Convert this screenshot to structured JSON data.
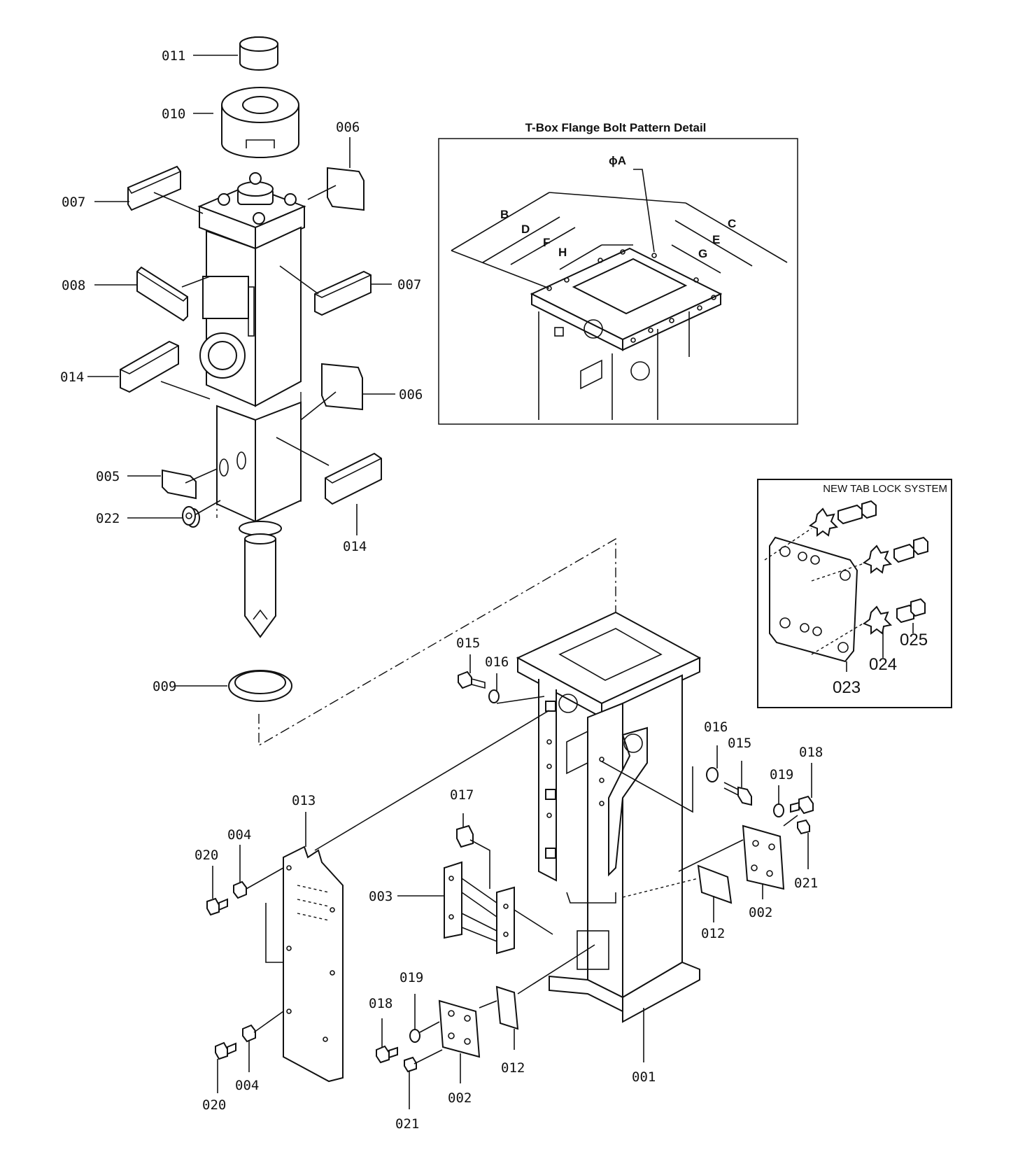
{
  "detail_box": {
    "title": "T-Box Flange Bolt Pattern Detail"
  },
  "dimensions": {
    "phiA": "ϕA",
    "B": "B",
    "C": "C",
    "D": "D",
    "E": "E",
    "F": "F",
    "G": "G",
    "H": "H"
  },
  "tab_lock": {
    "title": "NEW TAB LOCK SYSTEM",
    "labels": [
      "023",
      "024",
      "025"
    ]
  },
  "callouts": {
    "p011": "011",
    "p010": "010",
    "p006a": "006",
    "p007a": "007",
    "p008": "008",
    "p007b": "007",
    "p014a": "014",
    "p006b": "006",
    "p005": "005",
    "p022": "022",
    "p014b": "014",
    "p009": "009",
    "p015a": "015",
    "p016a": "016",
    "p016b": "016",
    "p015b": "015",
    "p019a": "019",
    "p018a": "018",
    "p013": "013",
    "p004a": "004",
    "p020a": "020",
    "p017": "017",
    "p003": "003",
    "p021a": "021",
    "p002a": "002",
    "p012a": "012",
    "p019b": "019",
    "p018b": "018",
    "p012b": "012",
    "p001": "001",
    "p020b": "020",
    "p004b": "004",
    "p002b": "002",
    "p021b": "021"
  }
}
